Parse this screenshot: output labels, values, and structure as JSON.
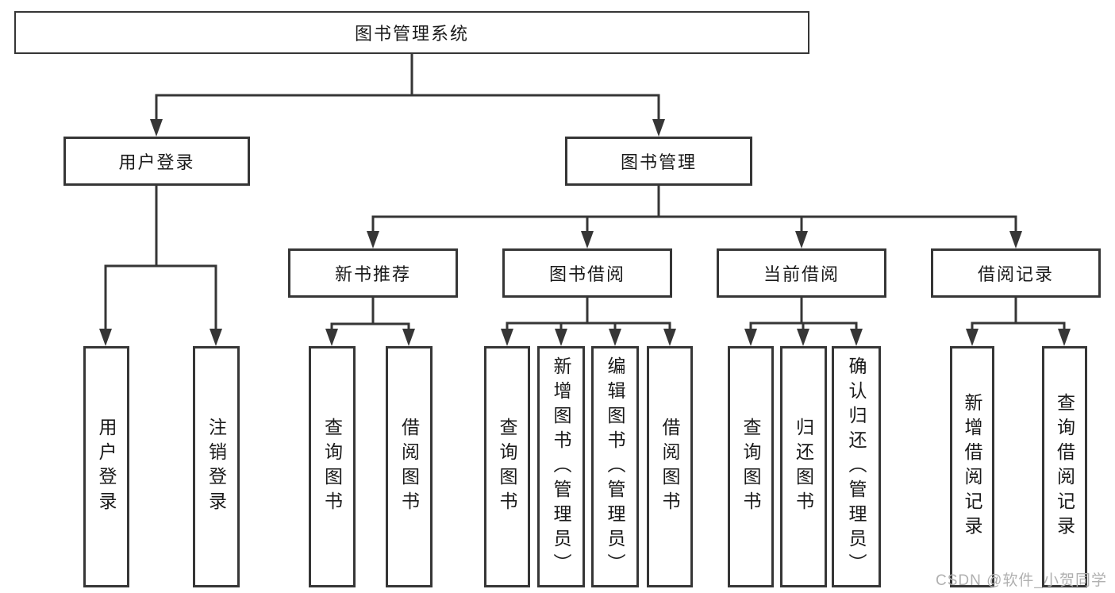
{
  "title": "图书管理系统",
  "nodes": {
    "root": "图书管理系统",
    "level2": [
      {
        "label": "用户登录"
      },
      {
        "label": "图书管理"
      }
    ],
    "level3": [
      {
        "label": "新书推荐"
      },
      {
        "label": "图书借阅"
      },
      {
        "label": "当前借阅"
      },
      {
        "label": "借阅记录"
      }
    ],
    "user_login_children": [
      "用户登录",
      "注销登录"
    ],
    "new_book_children": [
      "查询图书",
      "借阅图书"
    ],
    "book_borrow_children": [
      "查询图书",
      "新增图书（管理员）",
      "编辑图书（管理员）",
      "借阅图书"
    ],
    "current_borrow_children": [
      "查询图书",
      "归还图书",
      "确认归还（管理员）"
    ],
    "borrow_record_children": [
      "新增借阅记录",
      "查询借阅记录"
    ]
  },
  "watermark": "CSDN @软件_小贺同学",
  "colors": {
    "line": "#363636",
    "text": "#1a1a1a",
    "watermark": "#b0b0b0",
    "background": "#ffffff"
  }
}
